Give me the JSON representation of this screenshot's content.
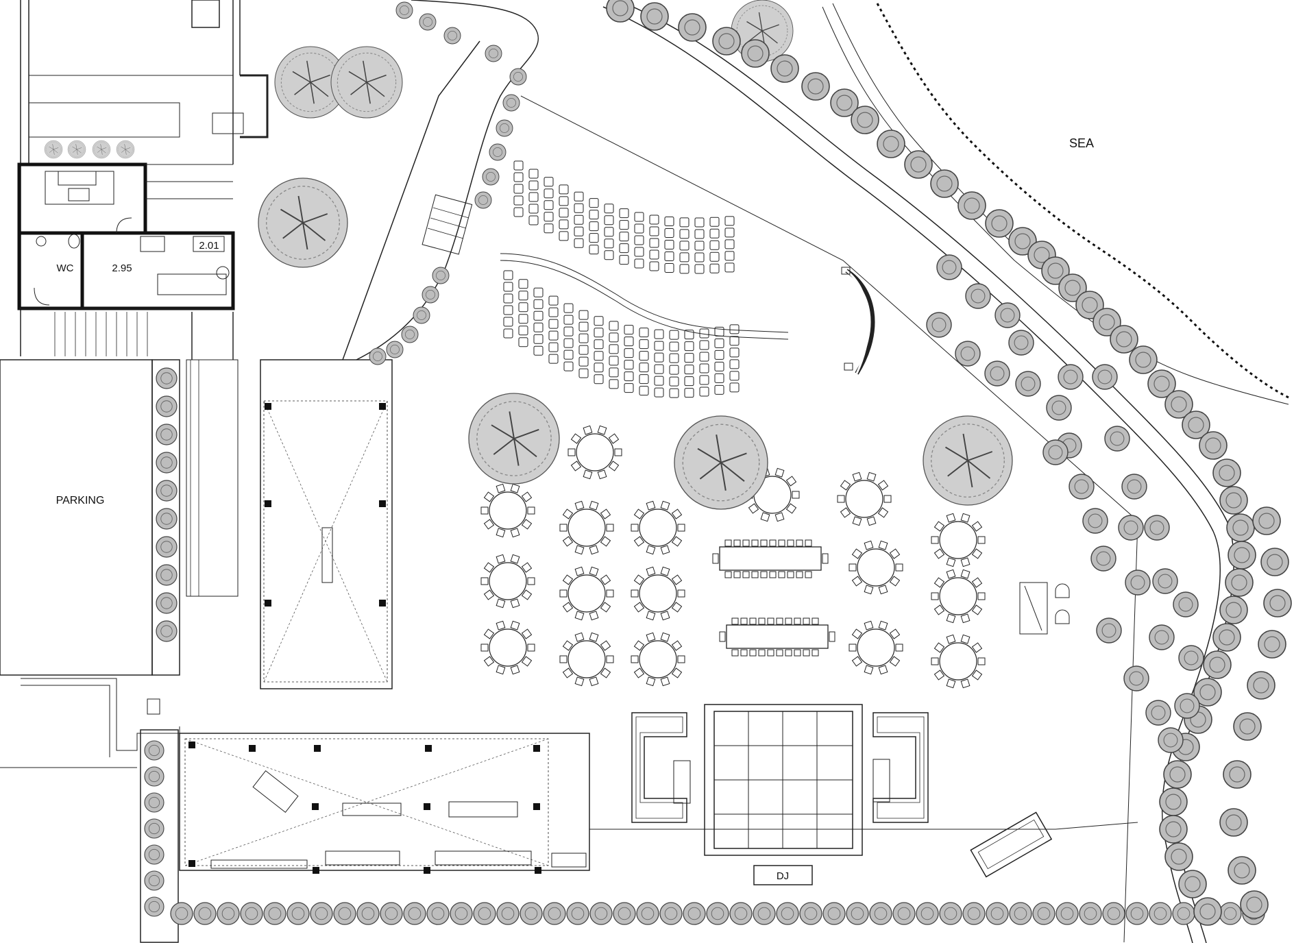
{
  "labels": {
    "sea": "SEA",
    "parking": "PARKING",
    "wc": "WC",
    "room_a": "2.95",
    "room_b": "2.01",
    "dj": "DJ"
  },
  "colors": {
    "line": "#222222",
    "background": "#ffffff",
    "tree_fill": "#cfcfcf",
    "shrub_fill": "#bdbdbd",
    "wall": "#111111"
  },
  "icons": {
    "tree": "tree-icon",
    "shrub": "shrub-icon",
    "chair": "chair-icon",
    "round_table": "round-table-icon",
    "long_table": "long-table-icon",
    "sofa": "sofa-icon"
  }
}
